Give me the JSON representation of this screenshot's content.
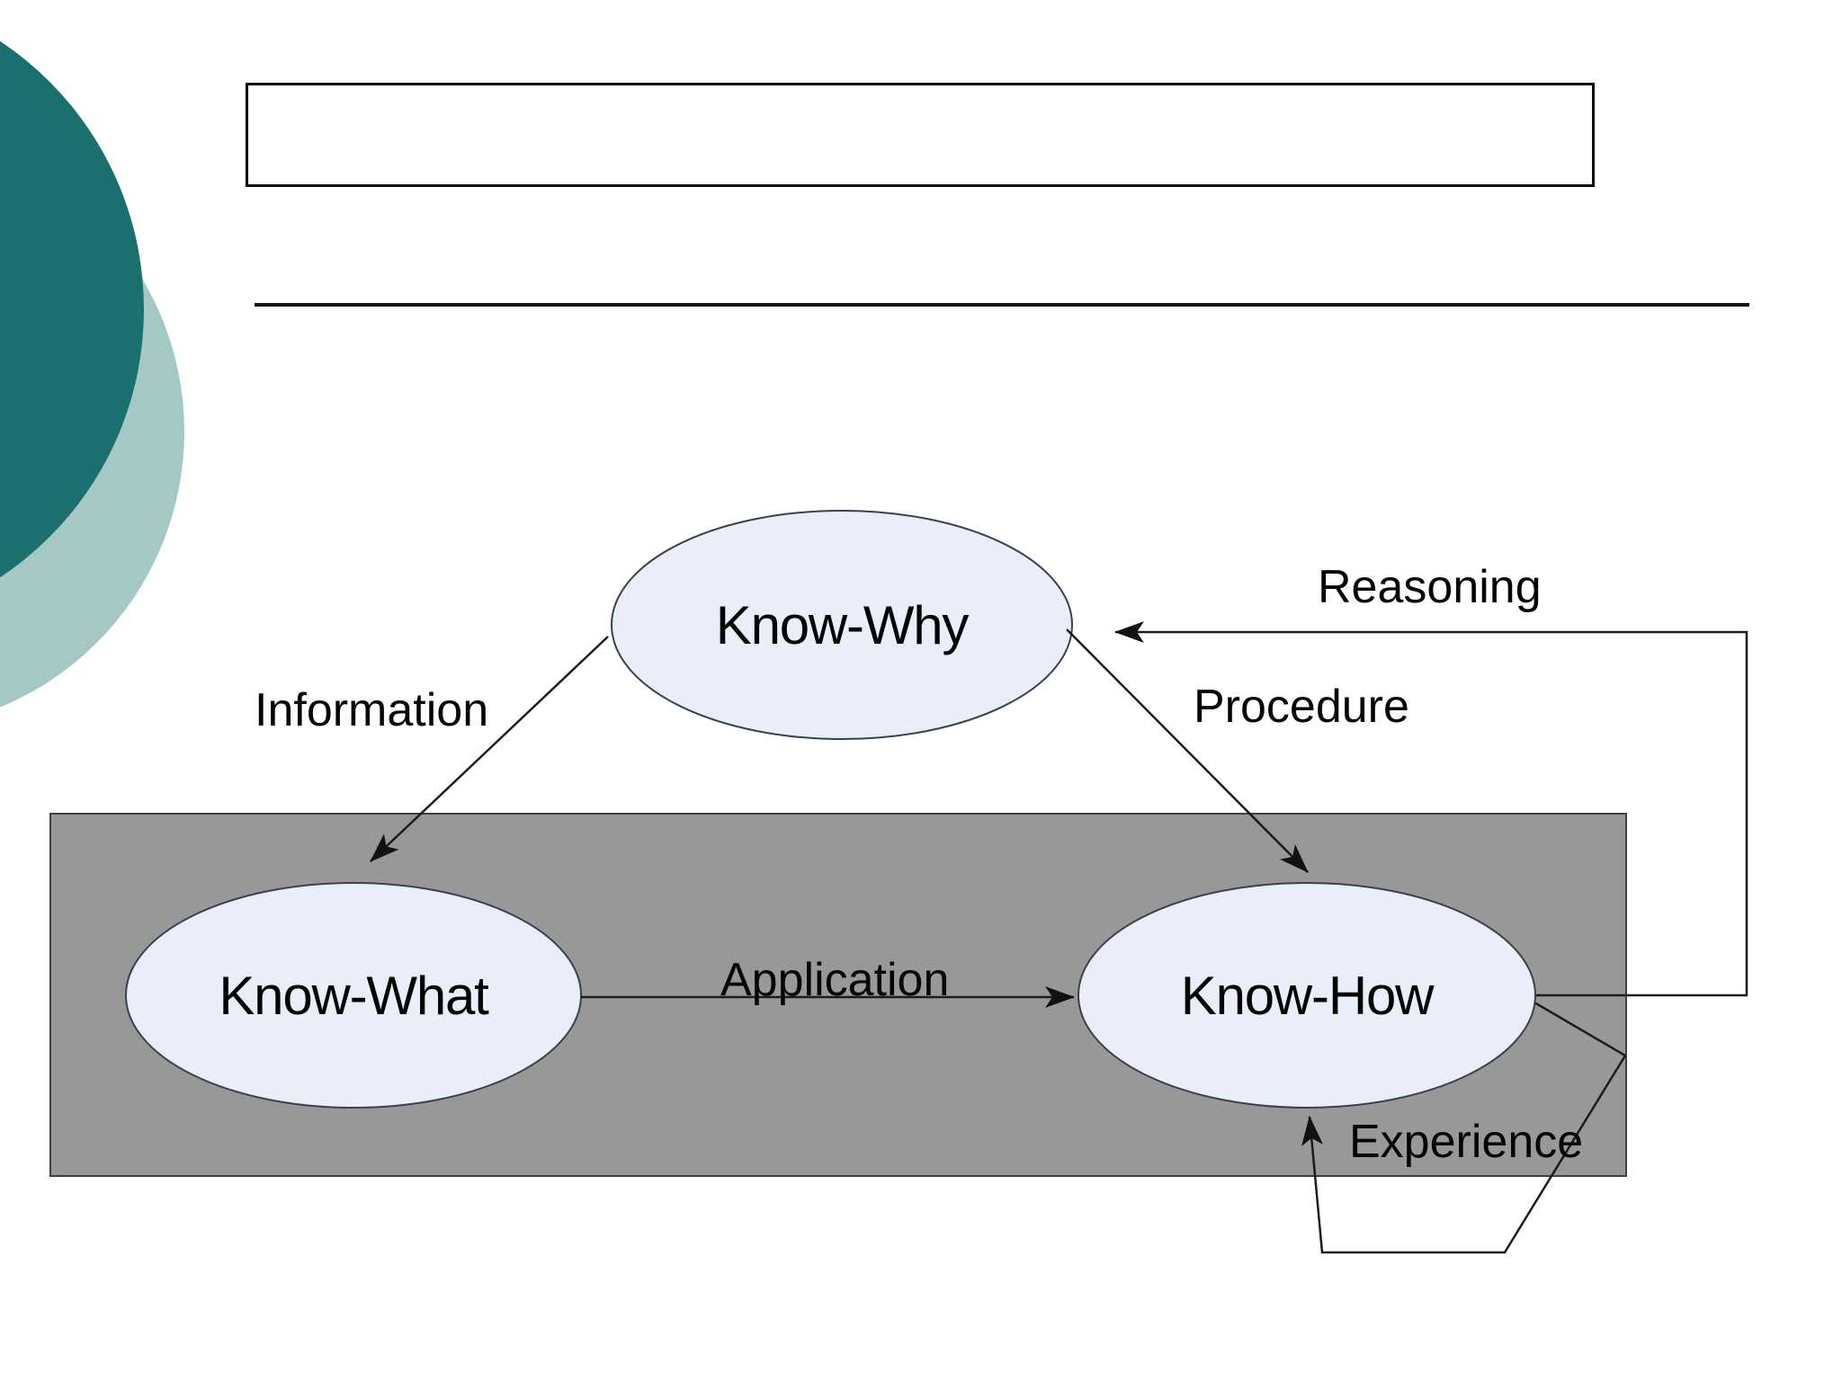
{
  "slide": {
    "title_text": "",
    "nodes": [
      {
        "id": "know-why",
        "label": "Know-Why"
      },
      {
        "id": "know-what",
        "label": "Know-What"
      },
      {
        "id": "know-how",
        "label": "Know-How"
      }
    ],
    "edges": [
      {
        "id": "information",
        "label": "Information",
        "from": "know-why",
        "to": "know-what"
      },
      {
        "id": "procedure",
        "label": "Procedure",
        "from": "know-why",
        "to": "know-how"
      },
      {
        "id": "application",
        "label": "Application",
        "from": "know-what",
        "to": "know-how"
      },
      {
        "id": "reasoning",
        "label": "Reasoning",
        "from": "know-how",
        "to": "know-why"
      },
      {
        "id": "experience",
        "label": "Experience",
        "from": "know-how",
        "to": "know-how"
      }
    ],
    "colors": {
      "dark_teal_circle": "#1c6f6f",
      "light_teal_circle": "#a4c9c4",
      "gray_panel": "#989898",
      "gray_panel_border": "#3f3f3f",
      "node_fill": "#e9eef9",
      "node_border": "#3a414e",
      "line": "#1c1c1c",
      "text": "#000000"
    }
  }
}
